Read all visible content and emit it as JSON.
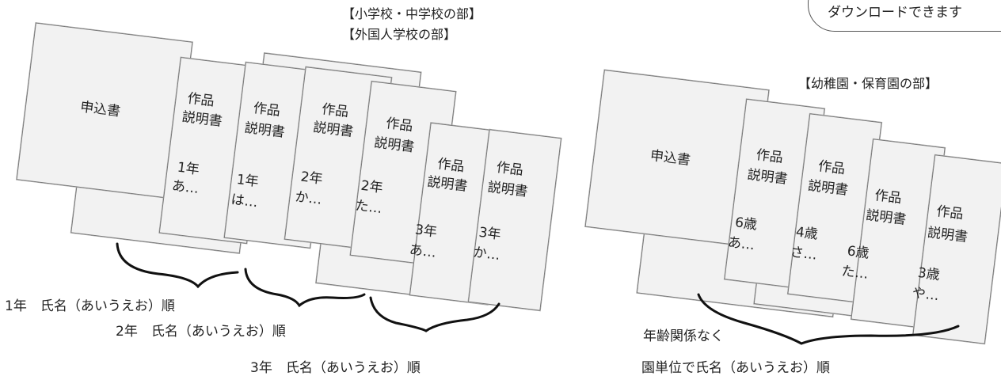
{
  "left_group": {
    "titles": [
      "【小学校・中学校の部】",
      "【外国人学校の部】"
    ],
    "application_form": "申込書",
    "sheets": [
      {
        "line1": "作品",
        "line2": "説明書",
        "grade": "1年",
        "name": "あ…"
      },
      {
        "line1": "作品",
        "line2": "説明書",
        "grade": "1年",
        "name": "は…"
      },
      {
        "line1": "作品",
        "line2": "説明書",
        "grade": "2年",
        "name": "か…"
      },
      {
        "line1": "作品",
        "line2": "説明書",
        "grade": "2年",
        "name": "た…"
      },
      {
        "line1": "作品",
        "line2": "説明書",
        "grade": "3年",
        "name": "あ…"
      },
      {
        "line1": "作品",
        "line2": "説明書",
        "grade": "3年",
        "name": "か…"
      }
    ],
    "order_labels": [
      "1年　氏名（あいうえお）順",
      "2年　氏名（あいうえお）順",
      "3年　氏名（あいうえお）順"
    ]
  },
  "right_group": {
    "title": "【幼稚園・保育園の部】",
    "application_form": "申込書",
    "sheets": [
      {
        "line1": "作品",
        "line2": "説明書",
        "grade": "6歳",
        "name": "あ…"
      },
      {
        "line1": "作品",
        "line2": "説明書",
        "grade": "4歳",
        "name": "さ…"
      },
      {
        "line1": "作品",
        "line2": "説明書",
        "grade": "6歳",
        "name": "た…"
      },
      {
        "line1": "作品",
        "line2": "説明書",
        "grade": "3歳",
        "name": "や…"
      }
    ],
    "order_label_line1": "年齢関係なく",
    "order_label_line2": "園単位で氏名（あいうえお）順"
  },
  "download_badge": "ダウンロードできます"
}
